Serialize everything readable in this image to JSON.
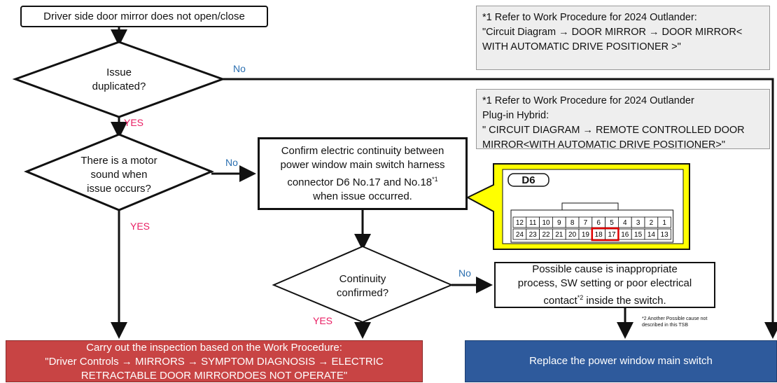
{
  "flow": {
    "start": "Driver side door mirror does not open/close",
    "decision1": "Issue\nduplicated?",
    "decision2": "There is a motor\nsound when\nissue occurs?",
    "decision3": "Continuity\nconfirmed?",
    "confirm_step": "Confirm electric continuity between\npower window main switch harness\nconnector D6 No.17 and No.18",
    "confirm_step_sup": "*1",
    "confirm_step_tail": "when issue occurred.",
    "cause_pre": "Possible cause is inappropriate\nprocess, SW setting or poor electrical\ncontact",
    "cause_sup": "*2",
    "cause_post": " inside the switch.",
    "result_inspection": "Carry out the inspection based on the Work Procedure:\n\"Driver Controls → MIRRORS → SYMPTOM DIAGNOSIS → ELECTRIC\nRETRACTABLE DOOR MIRRORDOES NOT OPERATE\"",
    "result_replace": "Replace the power window main switch"
  },
  "labels": {
    "d1_yes": "YES",
    "d1_no": "No",
    "d2_yes": "YES",
    "d2_no": "No",
    "d3_yes": "YES",
    "d3_no": "No"
  },
  "notes": {
    "note1": "*1 Refer to Work Procedure for 2024 Outlander:\n\"Circuit Diagram → DOOR MIRROR → DOOR MIRROR<\nWITH AUTOMATIC DRIVE POSITIONER >\"",
    "note2": "*1 Refer to Work Procedure  for 2024 Outlander\nPlug-in Hybrid:\n\" CIRCUIT DIAGRAM → REMOTE CONTROLLED DOOR\nMIRROR<WITH AUTOMATIC DRIVE POSITIONER>\"",
    "footnote2": "*2 Another Possible cause not\ndescribed in this TSB"
  },
  "connector": {
    "name": "D6",
    "top_row": [
      "12",
      "11",
      "10",
      "9",
      "8",
      "7",
      "6",
      "5",
      "4",
      "3",
      "2",
      "1"
    ],
    "bottom_row": [
      "24",
      "23",
      "22",
      "21",
      "20",
      "19",
      "18",
      "17",
      "16",
      "15",
      "14",
      "13"
    ],
    "highlighted": [
      "18",
      "17"
    ],
    "callout_bg": "#ffff00",
    "highlight_color": "#e00000"
  },
  "colors": {
    "yes": "#e91e63",
    "no": "#2a6fb0",
    "result_red": "#c84444",
    "result_blue": "#2e5a9c"
  }
}
